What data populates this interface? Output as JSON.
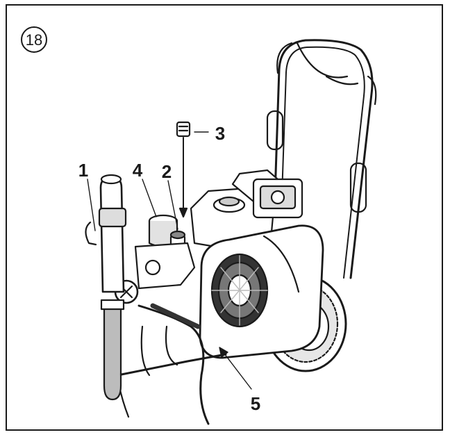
{
  "figure": {
    "number": "18"
  },
  "callouts": [
    {
      "id": "1",
      "label": "1"
    },
    {
      "id": "2",
      "label": "2"
    },
    {
      "id": "3",
      "label": "3"
    },
    {
      "id": "4",
      "label": "4"
    },
    {
      "id": "5",
      "label": "5"
    }
  ],
  "colors": {
    "ink": "#1a1a1a",
    "paper": "#ffffff",
    "shade": "#d9d9d9",
    "dark": "#555555"
  }
}
